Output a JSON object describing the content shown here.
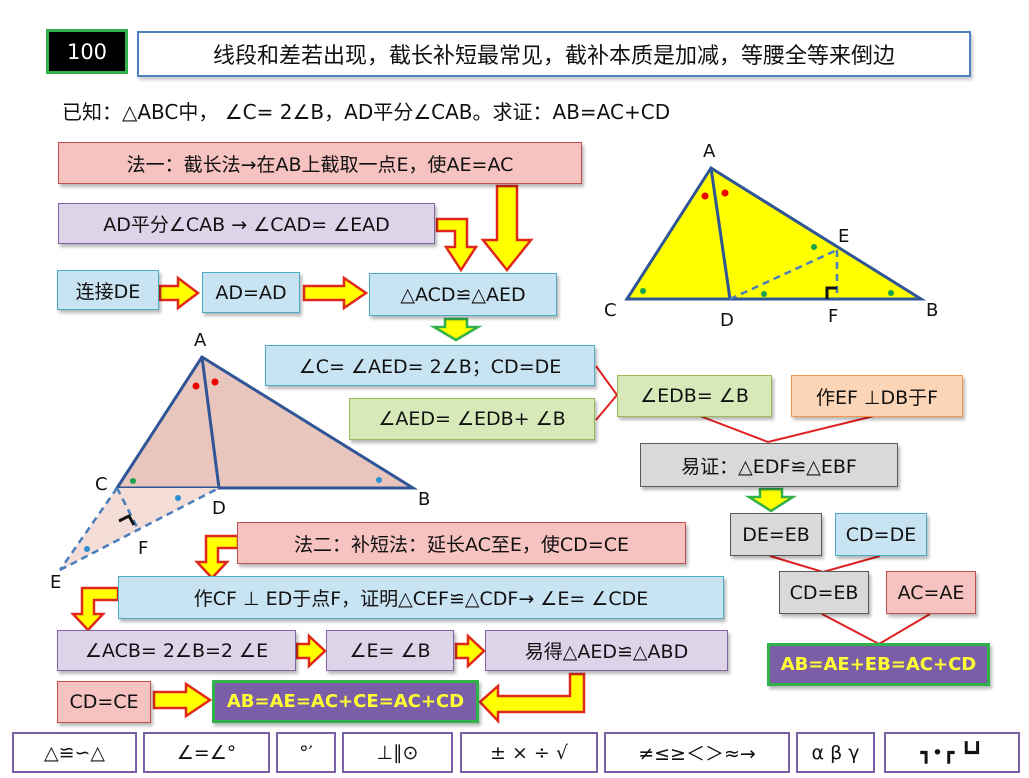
{
  "header": {
    "badge": "100",
    "slogan": "线段和差若出现，截长补短最常见，截补本质是加减，等腰全等来倒边"
  },
  "problem": {
    "given": "已知：△ABC中， ∠C= 2∠B，AD平分∠CAB。求证：AB=AC+CD"
  },
  "method1": {
    "title": "法一：截长法→在AB上截取一点E，使AE=AC",
    "step_bisect": "AD平分∠CAB → ∠CAD= ∠EAD",
    "step_connect": "连接DE",
    "step_common": "AD=AD",
    "step_congruent": "△ACD≌△AED",
    "step_angles": "∠C= ∠AED= 2∠B；CD=DE",
    "step_exterior": "∠AED= ∠EDB+ ∠B",
    "step_edb": "∠EDB= ∠B",
    "step_construct": "作EF ⊥DB于F",
    "step_easy": "易证：△EDF≌△EBF",
    "step_de_eb": "DE=EB",
    "step_cd_de": "CD=DE",
    "step_cd_eb": "CD=EB",
    "step_ac_ae": "AC=AE",
    "result": "AB=AE+EB=AC+CD"
  },
  "method2": {
    "title": "法二：补短法：延长AC至E，使CD=CE",
    "step_construct": "作CF ⊥ ED于点F，证明△CEF≌△CDF→ ∠E= ∠CDE",
    "step_acb": "∠ACB= 2∠B=2 ∠E",
    "step_e_b": "∠E= ∠B",
    "step_easy": "易得△AED≌△ABD",
    "step_cd_ce": "CD=CE",
    "result": "AB=AE=AC+CE=AC+CD"
  },
  "figure1": {
    "labels": {
      "A": "A",
      "B": "B",
      "C": "C",
      "D": "D",
      "E": "E",
      "F": "F"
    },
    "fill_color": "#ffff00",
    "line_color": "#2f5597",
    "dashed_color": "#4a7ebb"
  },
  "figure2": {
    "labels": {
      "A": "A",
      "B": "B",
      "C": "C",
      "D": "D",
      "E": "E",
      "F": "F"
    },
    "fill_color": "#e8c6bd",
    "line_color": "#2f5597"
  },
  "toolbar": {
    "items": [
      "△≌∽△",
      "∠=∠°",
      "°′",
      "⊥∥⊙",
      "± × ÷ √",
      "≠≤≥＜＞≈→",
      "α β γ",
      "┓•┏ ┗┛"
    ]
  },
  "colors": {
    "arrow_fill": "#ffff00",
    "arrow_stroke": "#e0281a",
    "down_arrow_green": "#33b04a",
    "connector_red": "#e02020",
    "result_bg": "#7b5ea8",
    "result_text": "#ffff33"
  }
}
